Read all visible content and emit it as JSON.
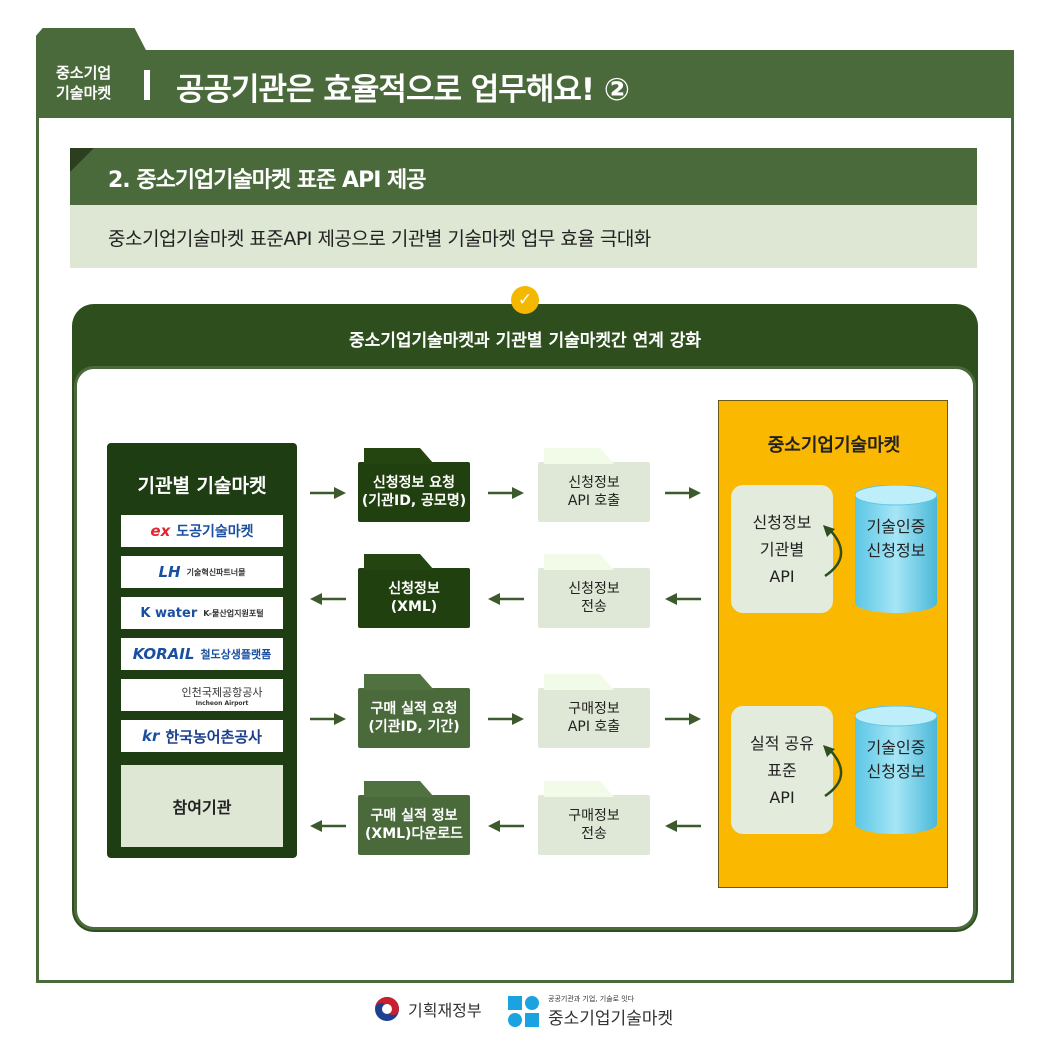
{
  "header": {
    "brand_line1": "중소기업",
    "brand_line2": "기술마켓",
    "title": "공공기관은 효율적으로 업무해요! ②"
  },
  "section": {
    "title": "2. 중소기업기술마켓 표준 API 제공",
    "subtitle": "중소기업기술마켓 표준API 제공으로 기관별 기술마켓 업무 효율 극대화"
  },
  "panel": {
    "title": "중소기업기술마켓과 기관별 기술마켓간 연계 강화"
  },
  "left": {
    "title": "기관별 기술마켓",
    "logos": [
      {
        "mark": "ex",
        "name": "도공기술마켓",
        "color": "#e3262f"
      },
      {
        "mark": "LH",
        "name": "기술혁신파트너몰",
        "color": "#1a4fa0"
      },
      {
        "mark": "K water",
        "name": "K-물산업지원포털",
        "color": "#1a4fa0"
      },
      {
        "mark": "KORAIL",
        "name": "철도상생플랫폼",
        "color": "#1a4fa0"
      },
      {
        "mark": "인천국제공항공사",
        "name": "Incheon Airport",
        "color": "#1a7f8a"
      },
      {
        "mark": "kr",
        "name": "한국농어촌공사",
        "color": "#1a4fa0"
      }
    ],
    "participants": "참여기관"
  },
  "flows": [
    {
      "col1": "신청정보 요청\n(기관ID, 공모명)",
      "col2": "신청정보\nAPI 호출"
    },
    {
      "col1": "신청정보\n(XML)",
      "col2": "신청정보\n전송"
    },
    {
      "col1": "구매 실적 요청\n(기관ID, 기간)",
      "col2": "구매정보\nAPI 호출"
    },
    {
      "col1": "구매 실적 정보\n(XML)다운로드",
      "col2": "구매정보\n전송"
    }
  ],
  "market": {
    "title": "중소기업기술마켓",
    "api1": "신청정보\n기관별\nAPI",
    "db1": "기술인증\n신청정보",
    "api2": "실적 공유\n표준\nAPI",
    "db2": "기술인증\n신청정보"
  },
  "footer": {
    "ministry": "기획재정부",
    "slogan": "공공기관과 기업, 기술로 잇다",
    "market": "중소기업기술마켓"
  }
}
